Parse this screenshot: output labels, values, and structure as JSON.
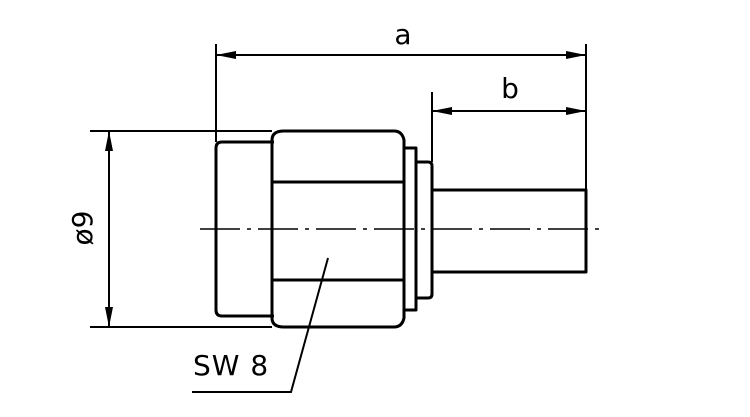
{
  "drawing": {
    "dimension_a": "a",
    "dimension_b": "b",
    "diameter": "ø9",
    "wrench_size": "SW 8"
  }
}
